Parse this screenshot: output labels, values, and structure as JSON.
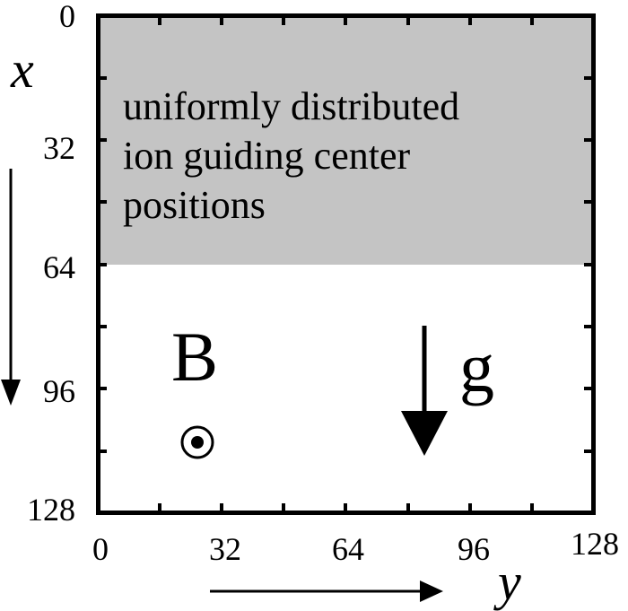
{
  "diagram": {
    "axes": {
      "x_label": "x",
      "y_label": "y",
      "x_direction": "down",
      "y_direction": "right",
      "x_ticks": [
        "0",
        "32",
        "64",
        "96",
        "128"
      ],
      "y_ticks": [
        "0",
        "32",
        "64",
        "96",
        "128"
      ],
      "range": [
        0,
        128
      ],
      "minor_tick_step": 16
    },
    "region": {
      "label_lines": [
        "uniformly distributed",
        "ion guiding center",
        "positions"
      ],
      "x_range": [
        0,
        64
      ],
      "fill_color": "#c4c4c4"
    },
    "magnetic_field": {
      "label": "B",
      "symbol": "out-of-plane (circle with dot)"
    },
    "gravity": {
      "label": "g",
      "direction": "down (+x)"
    },
    "colors": {
      "frame": "#000000",
      "background": "#ffffff",
      "shaded_region": "#c4c4c4"
    }
  }
}
